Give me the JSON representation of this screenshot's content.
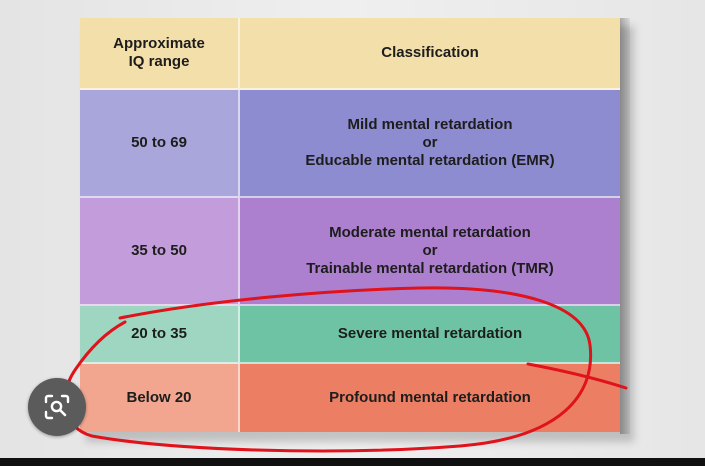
{
  "table": {
    "header": {
      "col1": "Approximate IQ range",
      "col2": "Classification"
    },
    "rows": [
      {
        "range": "50 to 69",
        "lines": [
          "Mild mental retardation",
          "or",
          "Educable mental retardation (EMR)"
        ]
      },
      {
        "range": "35 to 50",
        "lines": [
          "Moderate mental retardation",
          "or",
          "Trainable mental retardation (TMR)"
        ]
      },
      {
        "range": "20 to 35",
        "lines": [
          "Severe mental retardation"
        ]
      },
      {
        "range": "Below 20",
        "lines": [
          "Profound mental retardation"
        ]
      }
    ]
  },
  "colors": {
    "header": "#f3dfa9",
    "mild": "#8e8cd0",
    "moderate": "#ad7fcf",
    "severe": "#6ec3a5",
    "profound": "#ec7f63",
    "annotation": "#e0121b"
  },
  "overlay": {
    "icon": "lens-search-icon"
  }
}
